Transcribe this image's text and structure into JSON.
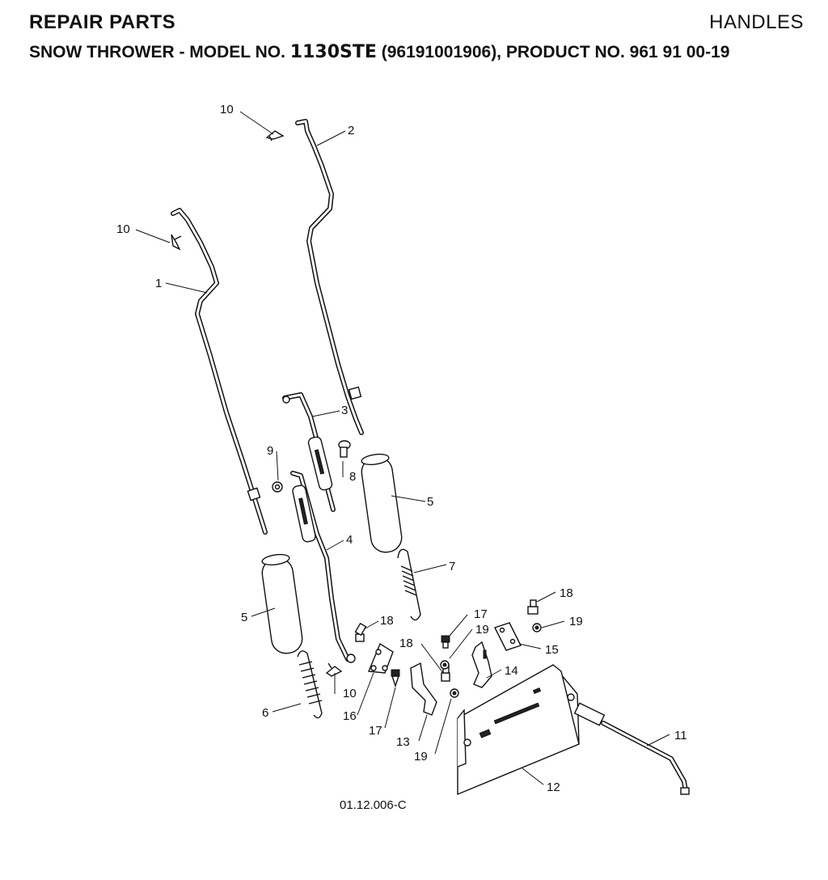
{
  "header": {
    "title": "REPAIR PARTS",
    "section": "HANDLES",
    "subtitle_prefix": "SNOW THROWER - MODEL NO. ",
    "model": "1130STE",
    "subtitle_suffix": " (96191001906), PRODUCT NO. 961 91 00-19"
  },
  "diagram": {
    "drawing_code": "01.12.006-C",
    "callouts": {
      "c10a": "10",
      "c2": "2",
      "c10b": "10",
      "c1": "1",
      "c3": "3",
      "c9": "9",
      "c8": "8",
      "c5a": "5",
      "c4": "4",
      "c7": "7",
      "c5b": "5",
      "c18a": "18",
      "c17a": "17",
      "c19a": "19",
      "c18b": "18",
      "c18c": "18",
      "c19b": "19",
      "c15": "15",
      "c14": "14",
      "c6": "6",
      "c10c": "10",
      "c16": "16",
      "c17b": "17",
      "c13": "13",
      "c19c": "19",
      "c11": "11",
      "c12": "12"
    }
  }
}
